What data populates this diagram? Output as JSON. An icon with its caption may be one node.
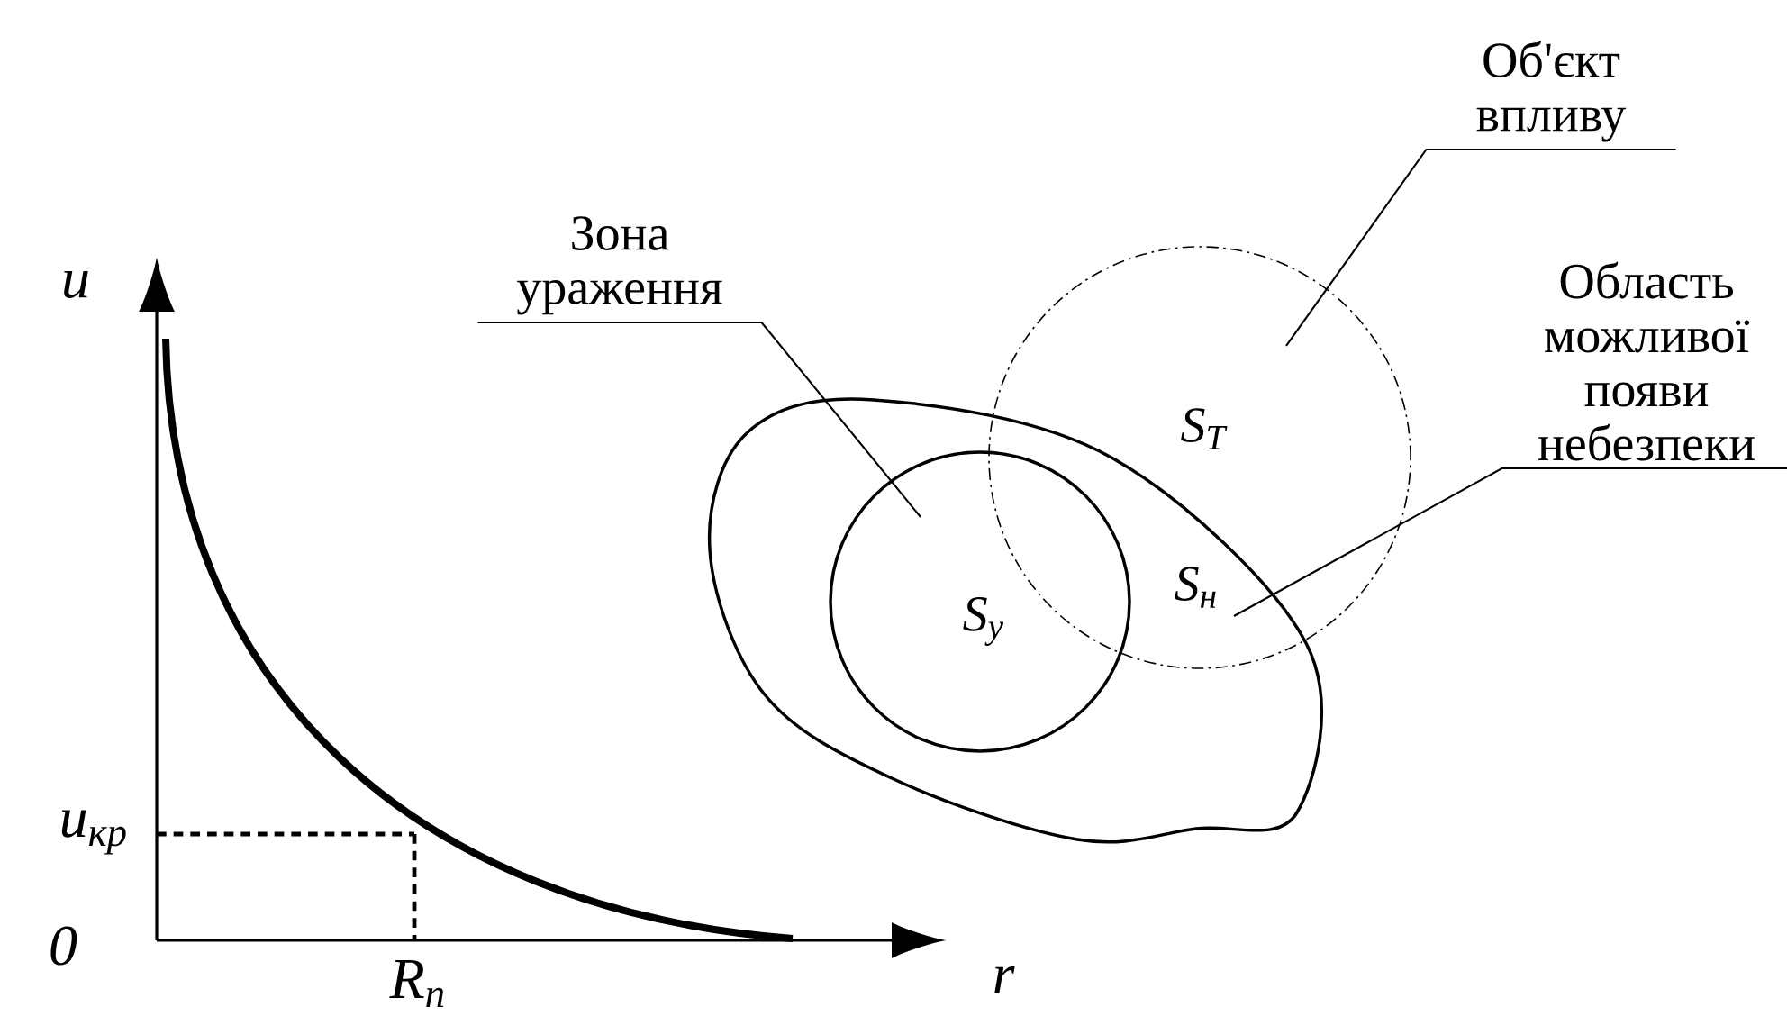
{
  "diagram": {
    "nodes": [
      {
        "text": [
          "Зона ураження"
        ]
      },
      {
        "text": [
          "Об'єкт впливу"
        ]
      },
      {
        "text": [
          "Область можливої появи небезпеки"
        ]
      },
      {
        "text": [],
        "shape": "cloud"
      },
      {
        "text": [
          "S$_{у}$"
        ],
        "in": 3
      },
      {
        "text": [
          "S$_{T}$"
        ]
      },
      {
        "text": [
          "S$_{н}$"
        ]
      }
    ],
    "edges": [
      {
        "from": 0,
        "to": 4,
        "arrow": "none"
      },
      {
        "from": 1,
        "to": 5,
        "arrow": "none"
      },
      {
        "from": 2,
        "to": 6,
        "arrow": "none"
      }
    ],
    "labels": [
      "u",
      "u$_{кр}$",
      "0",
      "R$_{п}$",
      "r"
    ]
  }
}
